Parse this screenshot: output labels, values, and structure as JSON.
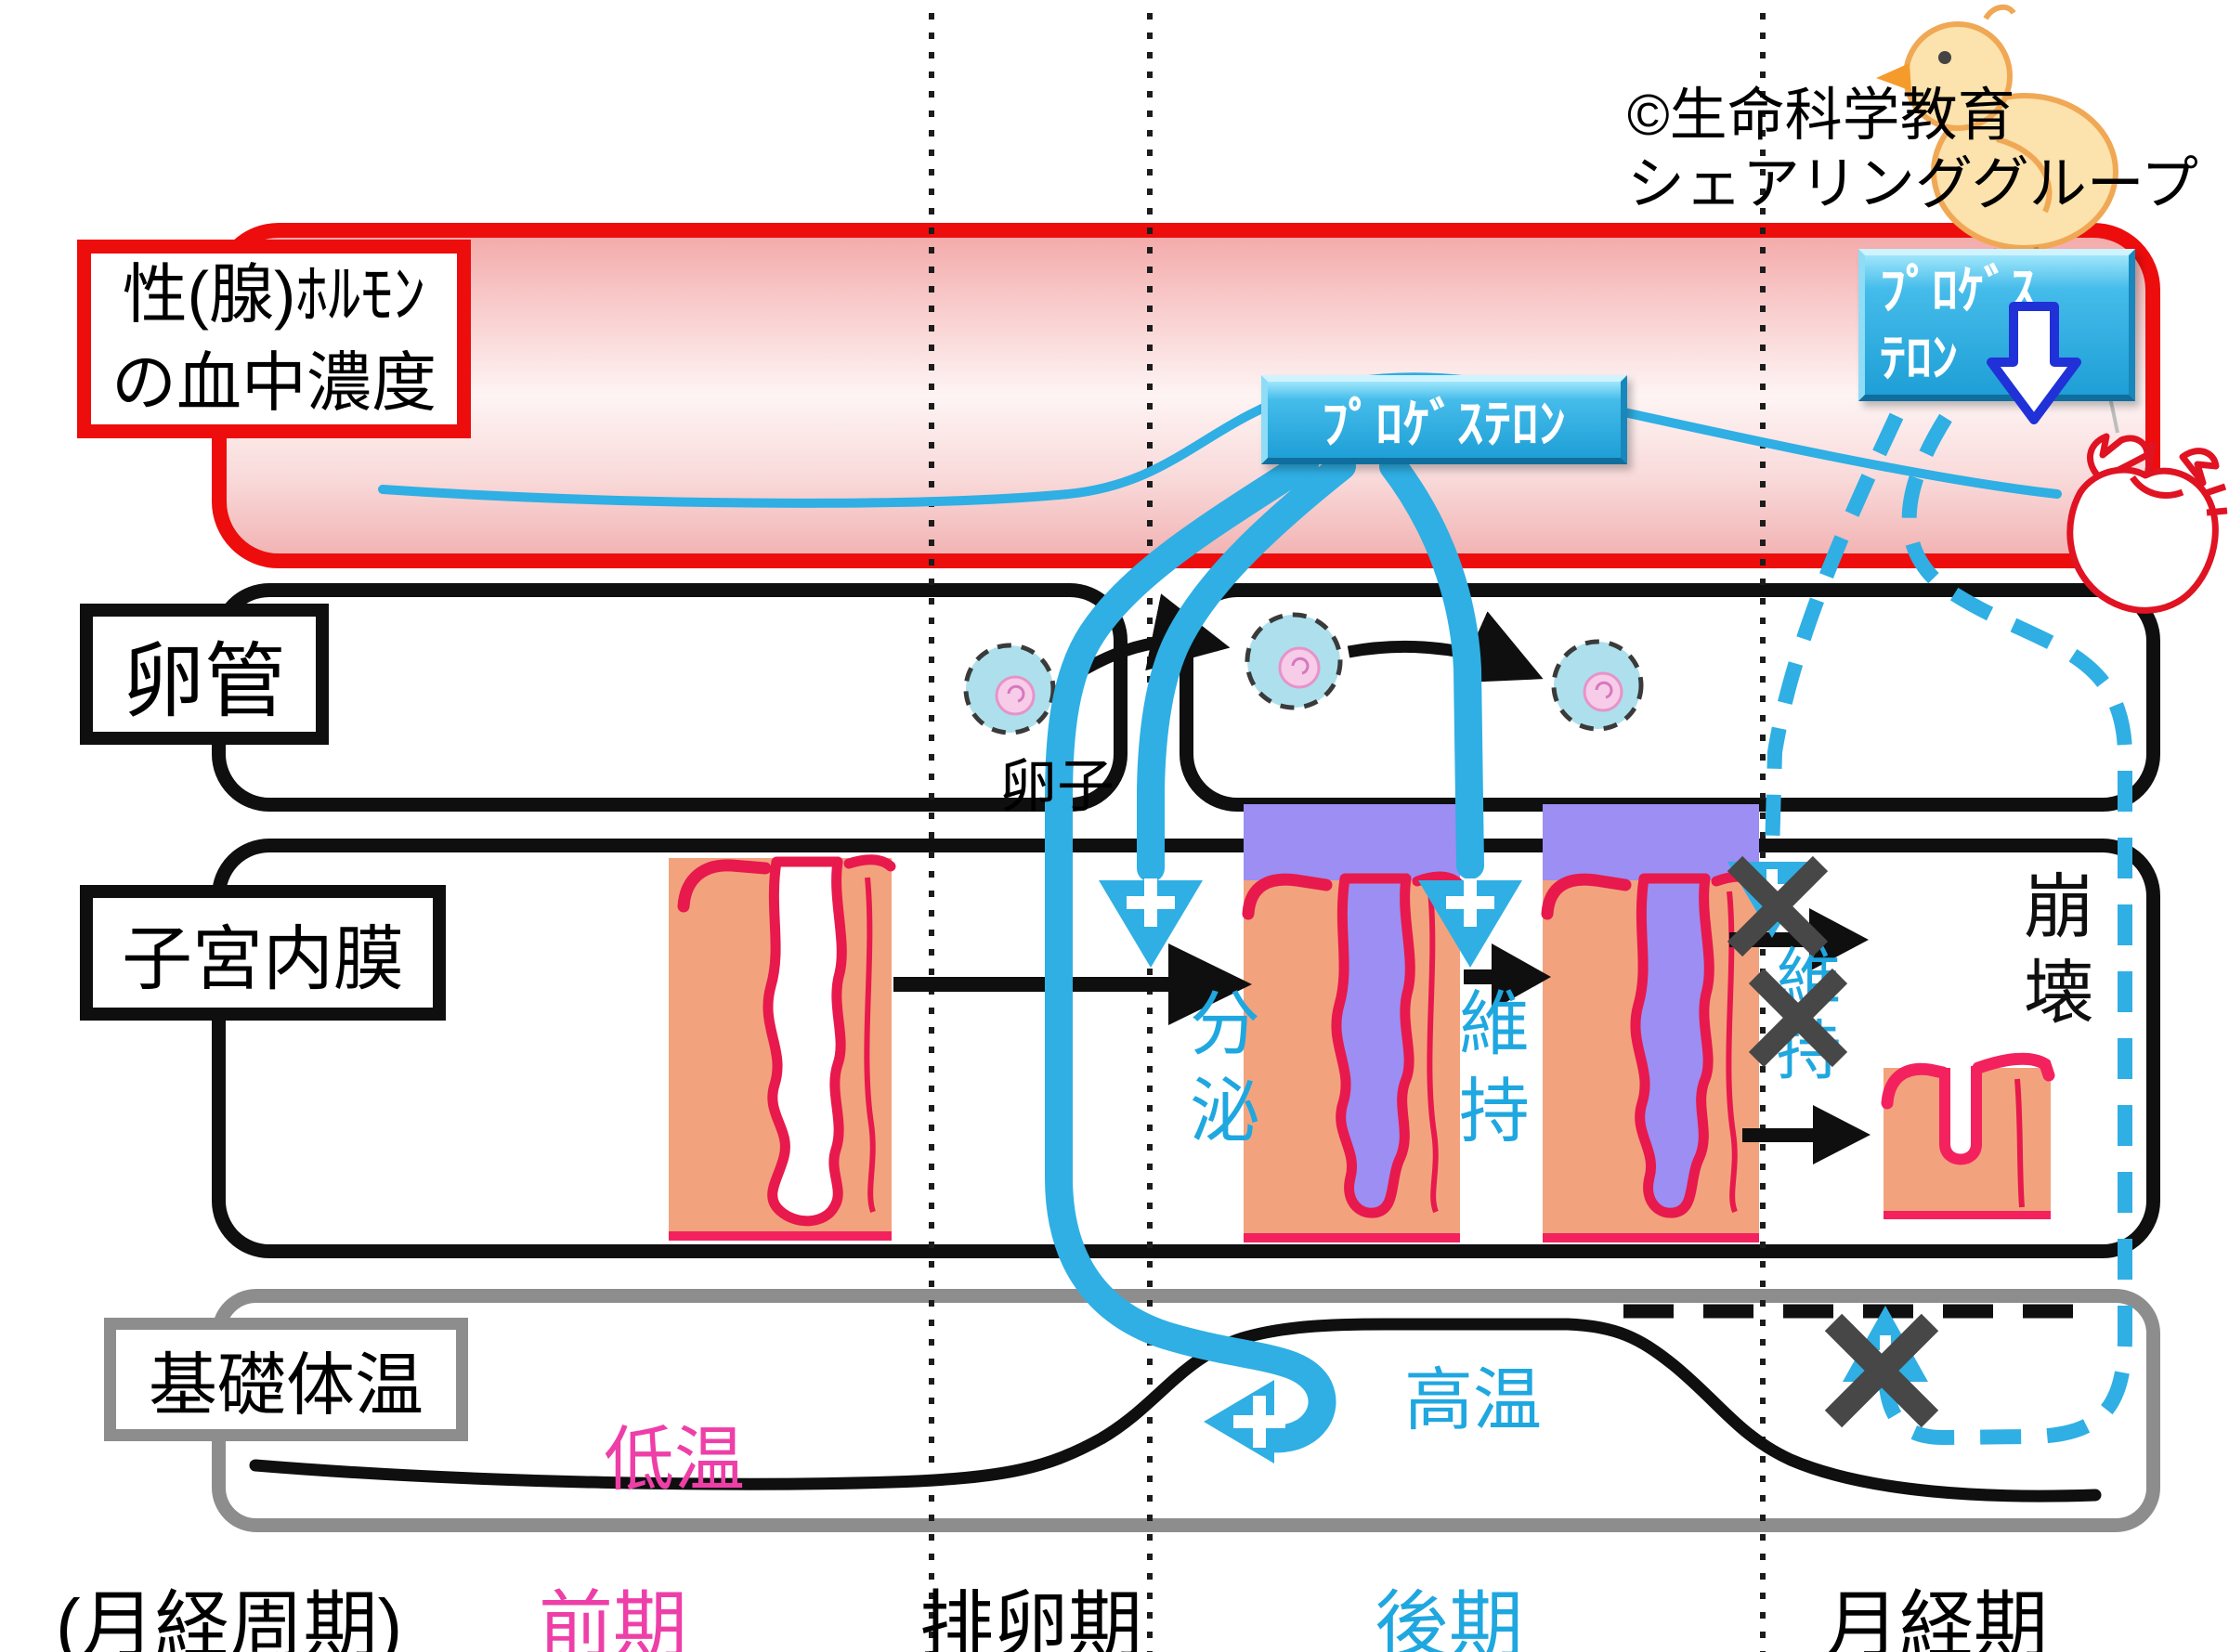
{
  "copyright": {
    "line1": "©生命科学教育",
    "line2": "シェアリンググループ"
  },
  "panels": {
    "hormone": {
      "label_line1": "性(腺)ﾎﾙﾓﾝ",
      "label_line2": "の血中濃度"
    },
    "oviduct": {
      "label": "卵管",
      "egg": "卵子"
    },
    "endometrium": {
      "label": "子宮内膜",
      "secretion": "分泌",
      "maintain": "維持",
      "maintain_blocked": "維持",
      "collapse": "崩壊"
    },
    "temperature": {
      "label": "基礎体温",
      "low": "低温",
      "high": "高温"
    }
  },
  "hormone_boxes": {
    "mid": "ﾌﾟﾛｹﾞｽﾃﾛﾝ",
    "top_right_line1": "ﾌﾟﾛｹﾞｽ",
    "top_right_line2": "ﾃﾛﾝ"
  },
  "axis": {
    "cycle_label": "(月経周期)",
    "phase1": "前期",
    "phase2": "排卵期",
    "phase3": "後期",
    "phase4": "月経期"
  },
  "icons": {
    "heart": "heart-icon",
    "chick": "chick-icon",
    "egg": "egg-cell-icon",
    "down_arrow": "blue-down-arrow-icon",
    "cross": "x-mark-icon"
  },
  "colors": {
    "accent_cyan": "#1FA7E0",
    "accent_pink": "#EE3FA8",
    "crimson": "#E8194C",
    "orange": "#F2A37E",
    "purple": "#9C8EF2",
    "frame_red": "#ED0D0D",
    "frame_gray": "#8D8D8D",
    "frame_black": "#0F0F0F"
  }
}
